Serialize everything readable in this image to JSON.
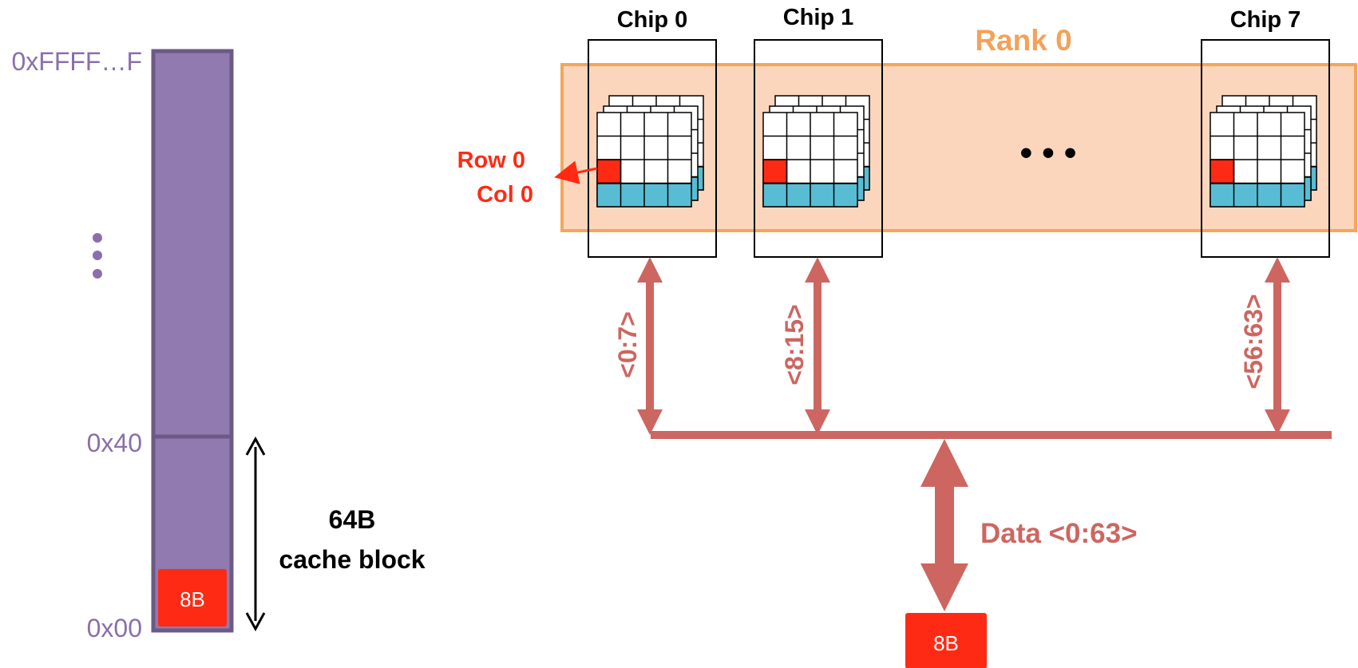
{
  "colors": {
    "memory_fill": "#917aaf",
    "memory_stroke": "#6c5a86",
    "memory_label": "#8a6fab",
    "rank_fill": "#fbd6bd",
    "rank_stroke": "#f4a65b",
    "rank_label": "#f4a15a",
    "bus": "#cd6660",
    "highlight": "#ff2a14",
    "cell_blue": "#58bdd4",
    "row_label": "#ff2a14"
  },
  "memory": {
    "addr_top": "0xFFFF…F",
    "addr_mid": "0x40",
    "addr_bottom": "0x00",
    "block_byte_label": "8B",
    "block_size_line1": "64B",
    "block_size_line2": "cache block",
    "dots_icon": "vertical-ellipsis"
  },
  "rank": {
    "label": "Rank 0",
    "ellipsis": "• • •",
    "chips": [
      {
        "label": "Chip 0",
        "bus_label": "<0:7>"
      },
      {
        "label": "Chip 1",
        "bus_label": "<8:15>"
      },
      {
        "label": "Chip 7",
        "bus_label": "<56:63>"
      }
    ],
    "row_label": "Row 0",
    "col_label": "Col 0"
  },
  "bus": {
    "data_label": "Data <0:63>",
    "output_label": "8B"
  }
}
